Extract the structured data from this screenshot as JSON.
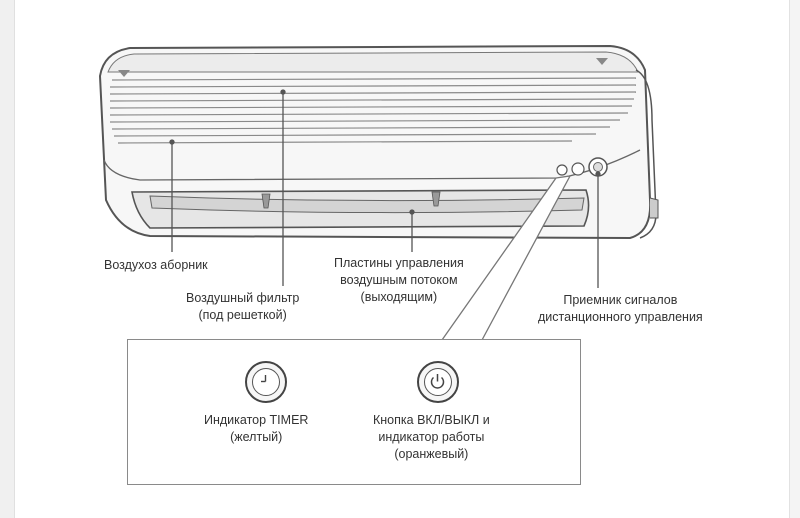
{
  "labels": {
    "air_intake": "Воздухоз аборник",
    "air_filter": [
      "Воздушный фильтр",
      "(под решеткой)"
    ],
    "airflow_plates": [
      "Пластины управления",
      "воздушным потоком",
      "(выходящим)"
    ],
    "remote_receiver": [
      "Приемник сигналов",
      "дистанционного управления"
    ]
  },
  "inset": {
    "timer_indicator": [
      "Индикатор TIMER",
      "(желтый)"
    ],
    "power_button": [
      "Кнопка ВКЛ/ВЫКЛ и",
      "индикатор работы",
      "(оранжевый)"
    ]
  },
  "icons": {
    "timer": "clock-icon",
    "power": "power-icon"
  },
  "colors": {
    "line": "#555555",
    "unit_body": "#f3f3f3",
    "louver": "#d9d9d9"
  }
}
